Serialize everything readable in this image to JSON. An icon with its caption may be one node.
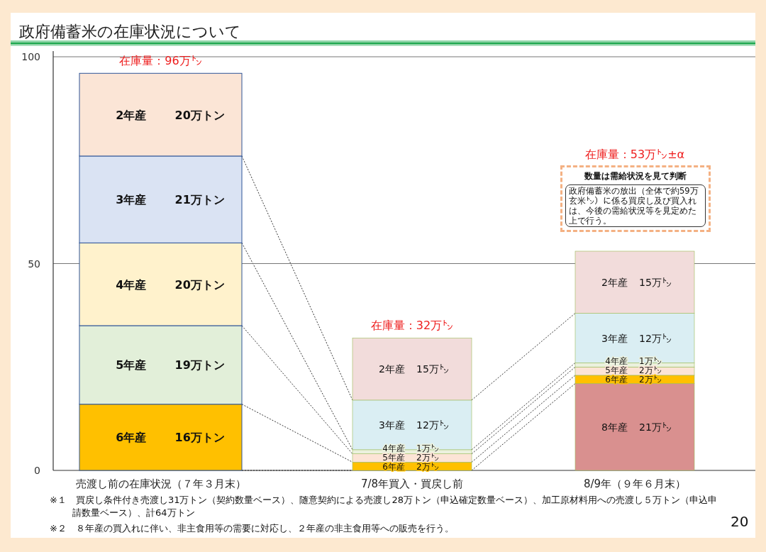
{
  "diagram": {
    "title": "政府備蓄米の在庫状況について",
    "nodes": [
      {
        "text": [
          "数量は需給状況を見て判断",
          "政府備蓄米の放出（全体で約59万玄米㌧）に係る買戻し及び買入れは、今後の需給状況等を見定めた上で行う。"
        ]
      }
    ],
    "labels": [
      "※１　買戻し条件付き売渡し31万トン（契約数量ベース）、随意契約による売渡し28万トン（申込確定数量ベース）、加工原材料用への売渡し５万トン（申込申請数量ベース）、計64万トン",
      "※２　８年産の買入れに伴い、非主食用等の需要に対応し、２年産の非主食用等への販売を行う。",
      "20"
    ],
    "chart_data": {
      "type": "bar",
      "stacked": true,
      "orientation": "vertical",
      "categories": [
        "売渡し前の在庫状況（７年３月末）",
        "7/8年買入・買戻し前",
        "8/9年（９年６月末）"
      ],
      "ylim": [
        0,
        100
      ],
      "yticks": [
        0,
        50,
        100
      ],
      "series": [
        {
          "name": "8年産",
          "color": "#d9908f",
          "values": [
            null,
            null,
            21
          ]
        },
        {
          "name": "6年産",
          "color": "#ffc000",
          "values": [
            16,
            2,
            2
          ]
        },
        {
          "name": "5年産",
          "color": "#e2efd9",
          "values": [
            19,
            2,
            2
          ],
          "colors": [
            null,
            "#fce4d6",
            "#fce4d6"
          ]
        },
        {
          "name": "4年産",
          "color": "#fff2cc",
          "values": [
            20,
            1,
            1
          ],
          "colors": [
            null,
            "#ebf1de",
            "#ebf1de"
          ]
        },
        {
          "name": "3年産",
          "color": "#dae3f3",
          "values": [
            21,
            12,
            12
          ],
          "colors": [
            null,
            "#daeef3",
            "#daeef3"
          ]
        },
        {
          "name": "2年産",
          "color": "#fbe5d6",
          "values": [
            20,
            15,
            15
          ],
          "colors": [
            null,
            "#f2dcdb",
            "#f2dcdb"
          ]
        }
      ],
      "value_labels": [
        [
          null,
          null,
          "21万㌧"
        ],
        [
          "16万トン",
          "2万㌧",
          "2万㌧"
        ],
        [
          "19万トン",
          "2万㌧",
          "2万㌧"
        ],
        [
          "20万トン",
          "1万㌧",
          "1万㌧"
        ],
        [
          "21万トン",
          "12万㌧",
          "12万㌧"
        ],
        [
          "20万トン",
          "15万㌧",
          "15万㌧"
        ]
      ],
      "annotations": [
        "在庫量：96万㌧",
        "在庫量：32万㌧",
        "在庫量：53万㌧±α"
      ]
    }
  }
}
